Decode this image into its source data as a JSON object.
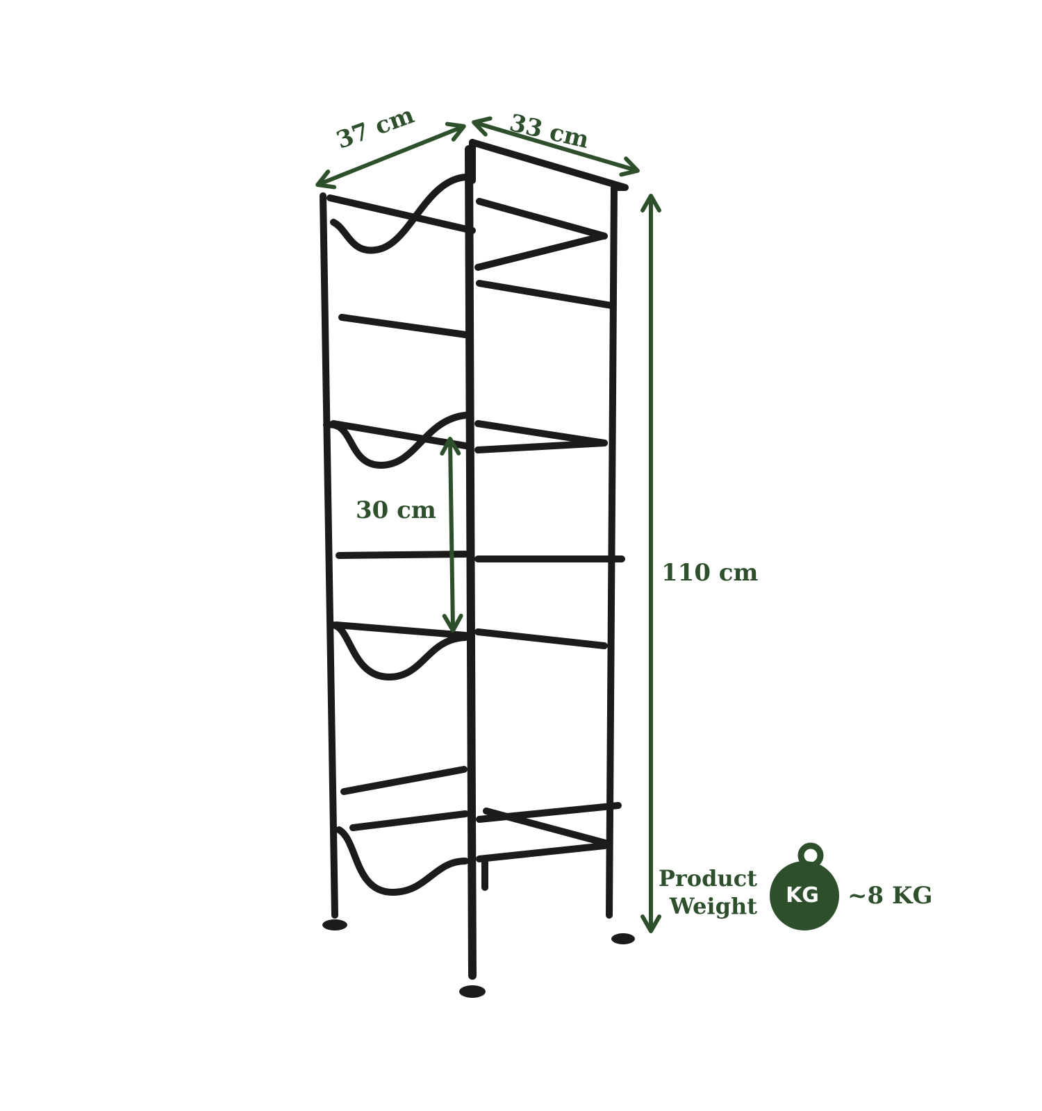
{
  "dimensions": {
    "width": "37 cm",
    "depth": "33 cm",
    "shelf_spacing": "30 cm",
    "height": "110 cm"
  },
  "weight": {
    "label_line1": "Product",
    "label_line2": "Weight",
    "icon_text": "KG",
    "value": "~8 KG"
  },
  "colors": {
    "accent": "#2d4f2c",
    "frame": "#1c1b19"
  }
}
